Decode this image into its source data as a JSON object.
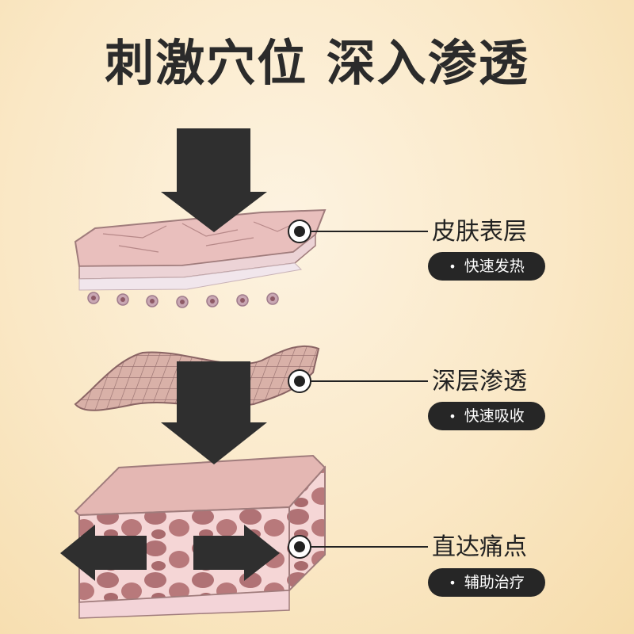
{
  "title": "刺激穴位  深入渗透",
  "layers": [
    {
      "label": "皮肤表层",
      "tag": "快速发热",
      "icon": "target-dot-icon"
    },
    {
      "label": "深层渗透",
      "tag": "快速吸收",
      "icon": "target-dot-icon"
    },
    {
      "label": "直达痛点",
      "tag": "辅助治疗",
      "icon": "target-dot-icon"
    }
  ],
  "colors": {
    "background": "#fae8c6",
    "arrow": "#2f2f2f",
    "skin": "#e7b9b5",
    "tissue": "#b9787a",
    "pill": "#262626"
  }
}
